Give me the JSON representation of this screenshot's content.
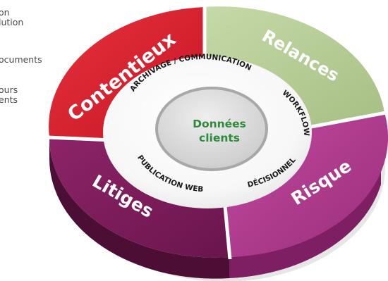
{
  "side_text": {
    "block_1": [
      "on",
      "lution"
    ],
    "block_2": [
      "ocuments"
    ],
    "block_3": [
      "ours",
      "ents"
    ]
  },
  "diagram": {
    "center": {
      "lines": [
        "Données",
        "clients"
      ],
      "color": "#2e8b3a"
    },
    "ring_services": [
      "ARCHIVAGE / COMMUNICATION",
      "WORKFLOW",
      "DÉCISIONNEL",
      "PUBLICATION WEB"
    ],
    "segments": [
      {
        "label": "Contentieux",
        "color": "#d8202e"
      },
      {
        "label": "Relances",
        "color": "#b7cd94"
      },
      {
        "label": "Risque",
        "color": "#b03d8f"
      },
      {
        "label": "Litiges",
        "color": "#7e1c5c"
      }
    ]
  }
}
